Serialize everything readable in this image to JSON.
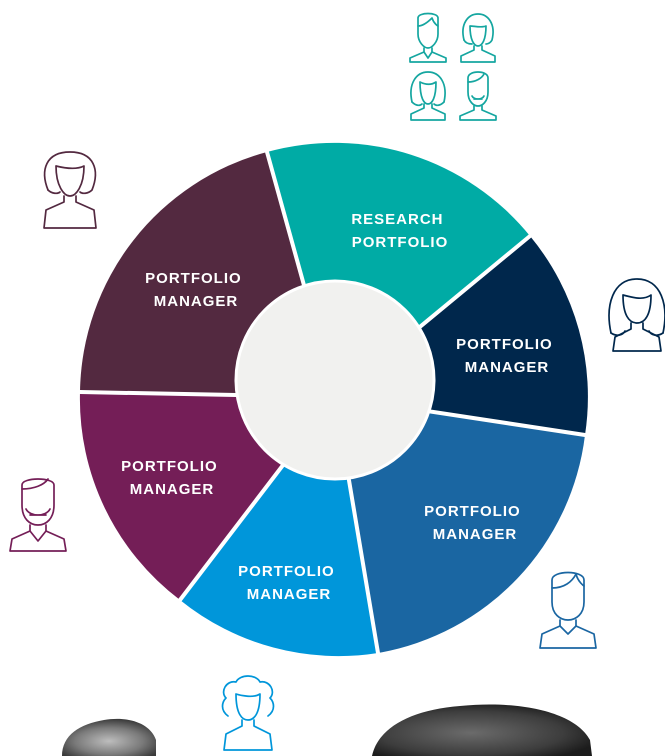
{
  "segments": [
    {
      "id": "research",
      "lines": [
        "RESEARCH",
        "PORTFOLIO"
      ],
      "color": "#00aba5"
    },
    {
      "id": "pm-navy",
      "lines": [
        "PORTFOLIO",
        "MANAGER"
      ],
      "color": "#00274c"
    },
    {
      "id": "pm-steel",
      "lines": [
        "PORTFOLIO",
        "MANAGER"
      ],
      "color": "#1a66a2"
    },
    {
      "id": "pm-sky",
      "lines": [
        "PORTFOLIO",
        "MANAGER"
      ],
      "color": "#0096da"
    },
    {
      "id": "pm-magenta",
      "lines": [
        "PORTFOLIO",
        "MANAGER"
      ],
      "color": "#741e57"
    },
    {
      "id": "pm-plum",
      "lines": [
        "PORTFOLIO",
        "MANAGER"
      ],
      "color": "#532940"
    }
  ],
  "center_color": "#f1f1ef",
  "icons": {
    "research_team": {
      "color": "#15a6a0",
      "people": [
        "man",
        "woman",
        "woman",
        "man-bearded"
      ]
    },
    "pm_plum": {
      "color": "#532940",
      "person": "woman"
    },
    "pm_navy": {
      "color": "#00274c",
      "person": "woman-long-hair"
    },
    "pm_magenta": {
      "color": "#741e57",
      "person": "man-bearded"
    },
    "pm_steel": {
      "color": "#1a66a2",
      "person": "man"
    },
    "pm_sky": {
      "color": "#0096da",
      "person": "woman-curly-hair"
    }
  }
}
